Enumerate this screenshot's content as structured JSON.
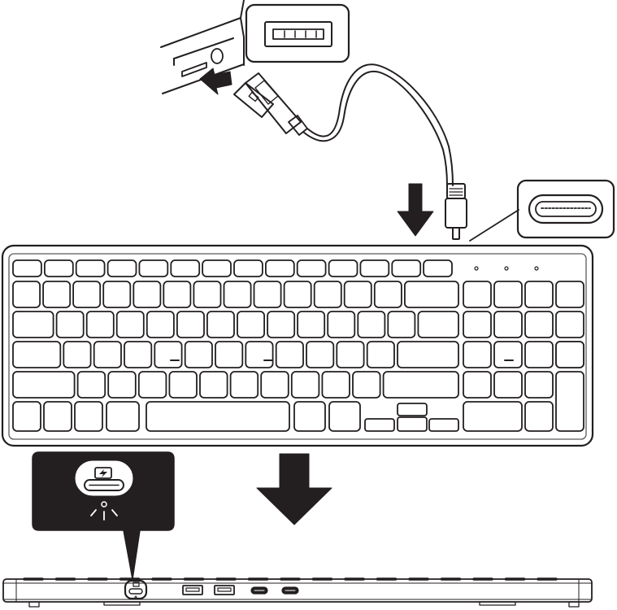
{
  "colors": {
    "line": "#231f20",
    "callout_fill": "#231f20",
    "callout_inner": "#ffffff",
    "background": "#ffffff",
    "key_fill": "#ffffff",
    "grey_stroke": "#5a5a5a"
  },
  "icons": {
    "usb_a_port_zoom": "usb-a-port-icon",
    "usb_c_port_zoom": "usb-c-port-icon",
    "usb_a_plug": "usb-a-plug-icon",
    "usb_c_plug": "usb-c-plug-icon",
    "charge_symbol": "battery-charge-icon",
    "down_arrow": "down-arrow-icon",
    "insert_arrow": "insert-arrow-icon"
  },
  "keyboard": {
    "row_keys": [
      [
        0.85,
        0.85,
        0.85,
        0.85,
        0.85,
        0.85,
        0.85,
        0.85,
        0.85,
        0.85,
        0.85,
        0.85,
        0.85,
        0.85
      ],
      [
        1,
        1,
        1,
        1,
        1,
        1,
        1,
        1,
        1,
        1,
        1,
        1,
        1,
        2
      ],
      [
        1.5,
        1,
        1,
        1,
        1,
        1,
        1,
        1,
        1,
        1,
        1,
        1,
        1,
        1.5
      ],
      [
        1.75,
        1,
        1,
        1,
        1,
        1,
        1,
        1,
        1,
        1,
        1,
        1,
        2.25
      ],
      [
        2.25,
        1,
        1,
        1,
        1,
        1,
        1,
        1,
        1,
        1,
        1,
        2.75
      ],
      [
        1.25,
        1.25,
        1.25,
        6.25,
        1.25,
        1.25
      ]
    ],
    "numpad_rows": 5
  }
}
